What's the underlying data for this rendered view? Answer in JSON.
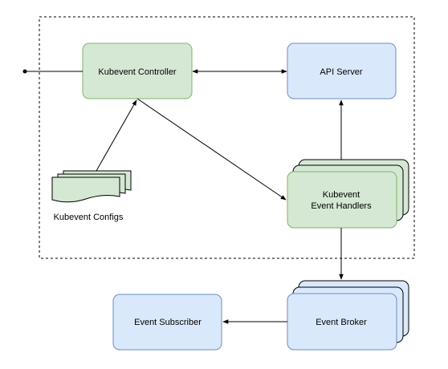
{
  "nodes": {
    "controller": {
      "label": "Kubevent Controller"
    },
    "api_server": {
      "label": "API Server"
    },
    "handlers": {
      "label_line1": "Kubevent",
      "label_line2": "Event Handlers"
    },
    "configs": {
      "label": "Kubevent Configs"
    },
    "subscriber": {
      "label": "Event Subscriber"
    },
    "broker": {
      "label": "Event Broker"
    }
  },
  "colors": {
    "green_fill": "#d5e8d4",
    "green_stroke": "#82b366",
    "blue_fill": "#dae8fc",
    "blue_stroke": "#6c8ebf",
    "line": "#000000"
  }
}
